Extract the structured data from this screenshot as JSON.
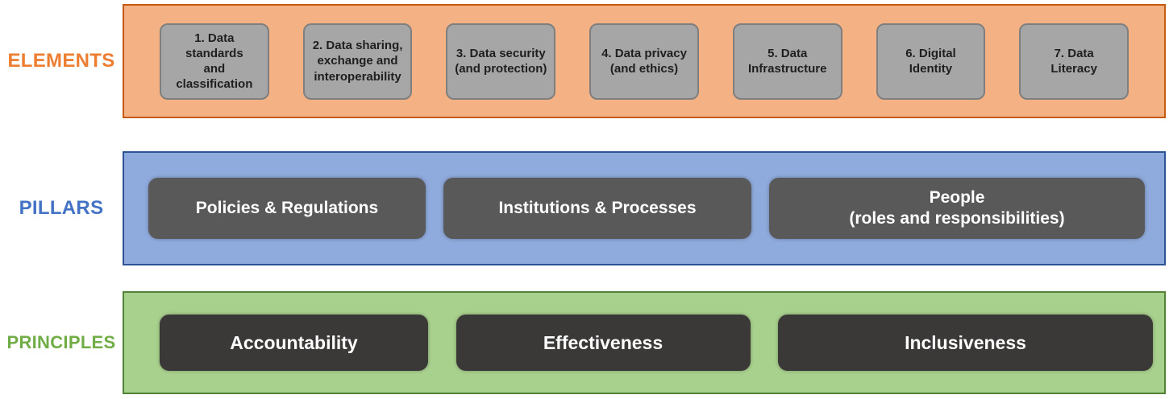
{
  "rows": [
    {
      "label": "ELEMENTS",
      "label_color": "#ED7D31",
      "band_fill": "#F4B183",
      "band_border": "#C55A11",
      "item_fill": "#A6A6A6",
      "item_border": "#7F7F7F",
      "item_text_color": "#1F1F1F",
      "items": [
        {
          "text": "1. Data standards\nand classification"
        },
        {
          "text": "2. Data sharing,\nexchange and\ninteroperability"
        },
        {
          "text": "3. Data  security\n(and protection)"
        },
        {
          "text": "4. Data privacy\n(and ethics)"
        },
        {
          "text": "5. Data\nInfrastructure"
        },
        {
          "text": "6. Digital\nIdentity"
        },
        {
          "text": "7. Data\nLiteracy"
        }
      ]
    },
    {
      "label": "PILLARS",
      "label_color": "#4472C4",
      "band_fill": "#8FAADC",
      "band_border": "#2E5395",
      "item_fill": "#595959",
      "item_text_color": "#FFFFFF",
      "items": [
        {
          "text": "Policies & Regulations"
        },
        {
          "text": "Institutions & Processes"
        },
        {
          "text": "People\n(roles and responsibilities)"
        }
      ]
    },
    {
      "label": "PRINCIPLES",
      "label_color": "#70AD47",
      "band_fill": "#A9D18E",
      "band_border": "#538135",
      "item_fill": "#3B3838",
      "item_text_color": "#FFFFFF",
      "items": [
        {
          "text": "Accountability"
        },
        {
          "text": "Effectiveness"
        },
        {
          "text": "Inclusiveness"
        }
      ]
    }
  ]
}
